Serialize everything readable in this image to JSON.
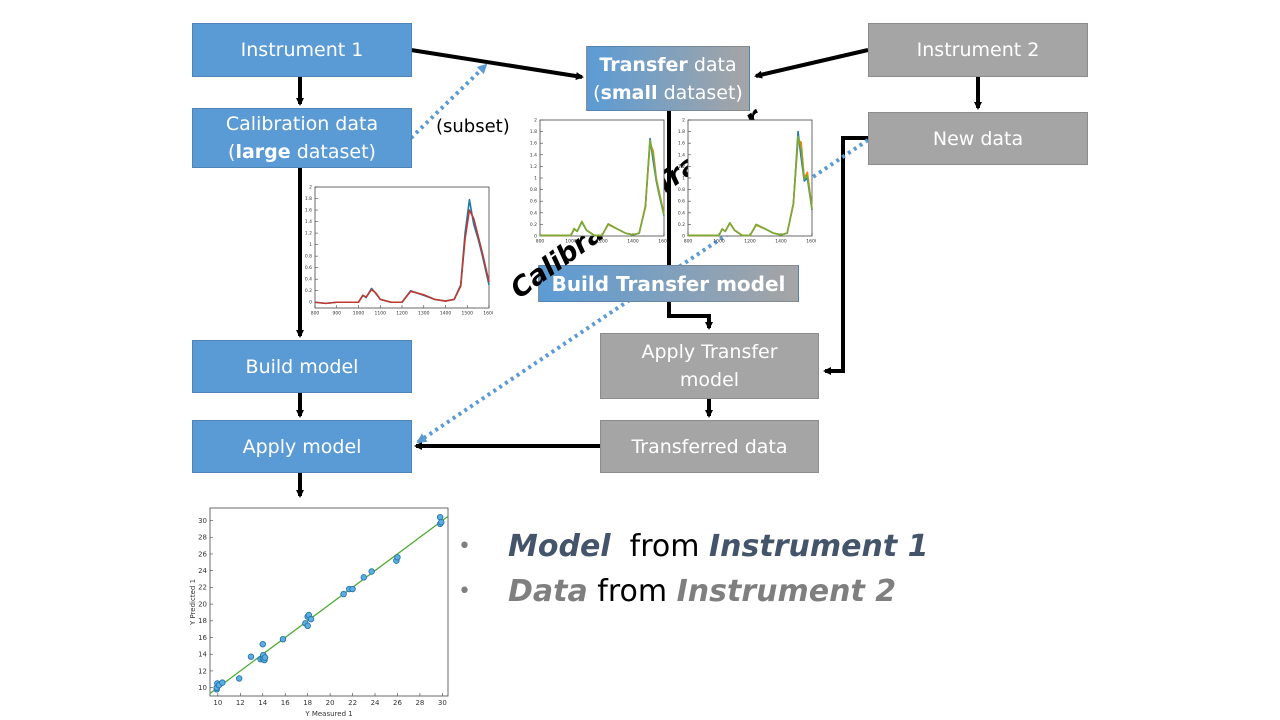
{
  "boxes": {
    "instrument1": "Instrument 1",
    "calibration_line1": "Calibration data",
    "calibration_bold": "large",
    "calibration_rest": " dataset)",
    "transfer_bold": "Transfer",
    "transfer_rest": " data",
    "transfer_bold2": "small",
    "transfer_rest2": " dataset)",
    "instrument2": "Instrument 2",
    "new_data": "New data",
    "build_transfer_model": "Build Transfer model",
    "apply_transfer_line1": "Apply Transfer",
    "apply_transfer_line2": "model",
    "build_model": "Build model",
    "apply_model": "Apply model",
    "transferred_data": "Transferred data"
  },
  "labels": {
    "subset": "(subset)",
    "calibration_transfer": "Calibration Transfer"
  },
  "bullets": [
    {
      "em": "Model",
      "mid": "  from ",
      "em2": "Instrument 1"
    },
    {
      "em": "Data",
      "mid": " from ",
      "em2": "Instrument 2"
    }
  ],
  "colors": {
    "instrument1": "#5b9bd5",
    "instrument2": "#a5a5a5",
    "bullet1": "#44546a",
    "bullet2": "#7f7f7f"
  },
  "chart_data": [
    {
      "type": "line",
      "title": "Calibration spectra (Instrument 1)",
      "xlim": [
        800,
        1600
      ],
      "ylim": [
        -0.1,
        2
      ],
      "xticks": [
        800,
        900,
        1000,
        1100,
        1200,
        1300,
        1400,
        1500,
        1600
      ],
      "yticks": [
        0,
        0.2,
        0.4,
        0.6,
        0.8,
        1,
        1.2,
        1.4,
        1.6,
        1.8,
        2
      ],
      "x": [
        800,
        850,
        900,
        950,
        1000,
        1020,
        1035,
        1060,
        1080,
        1100,
        1150,
        1200,
        1240,
        1300,
        1350,
        1400,
        1440,
        1470,
        1490,
        1510,
        1530,
        1550,
        1570,
        1600
      ],
      "series": [
        {
          "name": "blue",
          "color": "#1f77b4",
          "values": [
            0,
            -0.02,
            0,
            0,
            0,
            0.12,
            0.08,
            0.24,
            0.15,
            0.05,
            0,
            0,
            0.2,
            0.12,
            0.05,
            0.02,
            0.05,
            0.3,
            1.2,
            1.78,
            1.35,
            1.1,
            0.8,
            0.3
          ]
        },
        {
          "name": "red",
          "color": "#c0392b",
          "values": [
            0,
            -0.02,
            0,
            0,
            0,
            0.12,
            0.09,
            0.22,
            0.16,
            0.05,
            0,
            0,
            0.19,
            0.13,
            0.05,
            0.02,
            0.05,
            0.28,
            1.1,
            1.6,
            1.45,
            1.15,
            0.85,
            0.35
          ]
        }
      ]
    },
    {
      "type": "line",
      "title": "Transfer spectra (Instrument 1)",
      "xlim": [
        800,
        1600
      ],
      "ylim": [
        0,
        2
      ],
      "xticks": [
        800,
        1000,
        1200,
        1400,
        1600
      ],
      "yticks": [
        0,
        0.2,
        0.4,
        0.6,
        0.8,
        1,
        1.2,
        1.4,
        1.6,
        1.8,
        2
      ],
      "x": [
        800,
        900,
        1000,
        1020,
        1040,
        1070,
        1100,
        1150,
        1200,
        1240,
        1300,
        1350,
        1400,
        1440,
        1480,
        1510,
        1530,
        1550,
        1570,
        1600
      ],
      "series": [
        {
          "name": "blue",
          "color": "#1f77b4",
          "values": [
            0.01,
            0.01,
            0.01,
            0.12,
            0.08,
            0.24,
            0.1,
            0.01,
            0.01,
            0.2,
            0.12,
            0.05,
            0.02,
            0.05,
            0.5,
            1.68,
            1.3,
            0.95,
            0.7,
            0.35
          ]
        },
        {
          "name": "orange",
          "color": "#ff7f0e",
          "values": [
            0.01,
            0.01,
            0.01,
            0.12,
            0.08,
            0.25,
            0.1,
            0.01,
            0.01,
            0.2,
            0.12,
            0.05,
            0.02,
            0.05,
            0.5,
            1.6,
            1.47,
            1.0,
            0.75,
            0.38
          ]
        },
        {
          "name": "green",
          "color": "#77ac30",
          "values": [
            0.01,
            0.01,
            0.01,
            0.13,
            0.08,
            0.25,
            0.1,
            0.01,
            0.01,
            0.21,
            0.12,
            0.05,
            0.02,
            0.05,
            0.52,
            1.65,
            1.4,
            0.98,
            0.72,
            0.36
          ]
        }
      ]
    },
    {
      "type": "line",
      "title": "Transfer spectra (Instrument 2)",
      "xlim": [
        800,
        1600
      ],
      "ylim": [
        0,
        2
      ],
      "xticks": [
        800,
        1000,
        1200,
        1400,
        1600
      ],
      "yticks": [
        0,
        0.2,
        0.4,
        0.6,
        0.8,
        1,
        1.2,
        1.4,
        1.6,
        1.8,
        2
      ],
      "x": [
        800,
        900,
        1000,
        1020,
        1040,
        1070,
        1100,
        1150,
        1200,
        1240,
        1300,
        1350,
        1400,
        1440,
        1480,
        1510,
        1530,
        1550,
        1570,
        1600
      ],
      "series": [
        {
          "name": "blue",
          "color": "#1f77b4",
          "values": [
            0.01,
            0.01,
            0.01,
            0.12,
            0.08,
            0.22,
            0.1,
            0.01,
            0.01,
            0.19,
            0.12,
            0.05,
            0.02,
            0.05,
            0.55,
            1.8,
            1.35,
            0.95,
            1.0,
            0.45
          ]
        },
        {
          "name": "orange",
          "color": "#ff7f0e",
          "values": [
            0.01,
            0.01,
            0.01,
            0.12,
            0.08,
            0.22,
            0.1,
            0.01,
            0.01,
            0.19,
            0.12,
            0.05,
            0.02,
            0.05,
            0.55,
            1.65,
            1.62,
            1.0,
            1.1,
            0.48
          ]
        },
        {
          "name": "green",
          "color": "#77ac30",
          "values": [
            0.01,
            0.01,
            0.01,
            0.12,
            0.08,
            0.23,
            0.1,
            0.01,
            0.01,
            0.2,
            0.12,
            0.05,
            0.02,
            0.05,
            0.57,
            1.72,
            1.5,
            0.98,
            1.05,
            0.46
          ]
        }
      ]
    },
    {
      "type": "scatter",
      "title": "Predicted vs Measured",
      "xlabel": "Y Measured 1",
      "ylabel": "Y Predicted 1",
      "xlim": [
        9.3,
        30.5
      ],
      "ylim": [
        9,
        31.5
      ],
      "xticks": [
        10,
        12,
        14,
        16,
        18,
        20,
        22,
        24,
        26,
        28,
        30
      ],
      "yticks": [
        10,
        12,
        14,
        16,
        18,
        20,
        22,
        24,
        26,
        28,
        30
      ],
      "fit_line": {
        "slope": 1.0,
        "intercept": 0.0,
        "color": "#4daa32"
      },
      "points": [
        [
          9.9,
          9.8
        ],
        [
          9.9,
          10.0
        ],
        [
          9.95,
          10.5
        ],
        [
          10.1,
          10.3
        ],
        [
          10.4,
          10.6
        ],
        [
          11.9,
          11.1
        ],
        [
          12.95,
          13.7
        ],
        [
          13.8,
          13.4
        ],
        [
          14.0,
          13.5
        ],
        [
          14.0,
          15.2
        ],
        [
          14.05,
          13.9
        ],
        [
          14.15,
          13.3
        ],
        [
          14.2,
          13.6
        ],
        [
          15.8,
          15.8
        ],
        [
          17.8,
          17.7
        ],
        [
          18.0,
          17.4
        ],
        [
          18.0,
          18.5
        ],
        [
          18.1,
          18.7
        ],
        [
          18.3,
          18.2
        ],
        [
          21.2,
          21.2
        ],
        [
          21.7,
          21.8
        ],
        [
          22.0,
          21.8
        ],
        [
          23.0,
          23.2
        ],
        [
          23.7,
          23.9
        ],
        [
          25.9,
          25.2
        ],
        [
          26.0,
          25.6
        ],
        [
          29.8,
          29.6
        ],
        [
          29.8,
          30.4
        ],
        [
          29.9,
          29.8
        ]
      ],
      "marker_color": "#5aaee0"
    }
  ]
}
